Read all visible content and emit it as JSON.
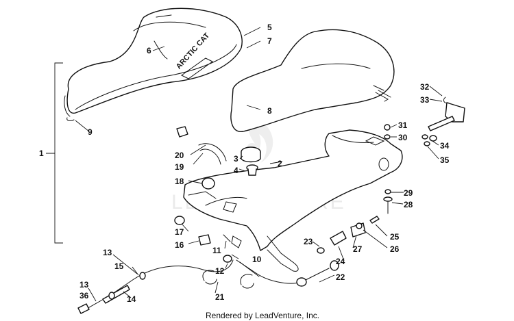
{
  "watermark": "LEADVENTURE",
  "credit": "Rendered by LeadVenture, Inc.",
  "seat_brand": "ARCTIC CAT",
  "callouts": [
    "1",
    "2",
    "3",
    "4",
    "5",
    "6",
    "7",
    "8",
    "9",
    "10",
    "11",
    "12",
    "13",
    "13",
    "14",
    "15",
    "16",
    "17",
    "18",
    "19",
    "20",
    "21",
    "22",
    "23",
    "24",
    "25",
    "26",
    "27",
    "28",
    "29",
    "30",
    "31",
    "32",
    "33",
    "34",
    "35",
    "36"
  ]
}
